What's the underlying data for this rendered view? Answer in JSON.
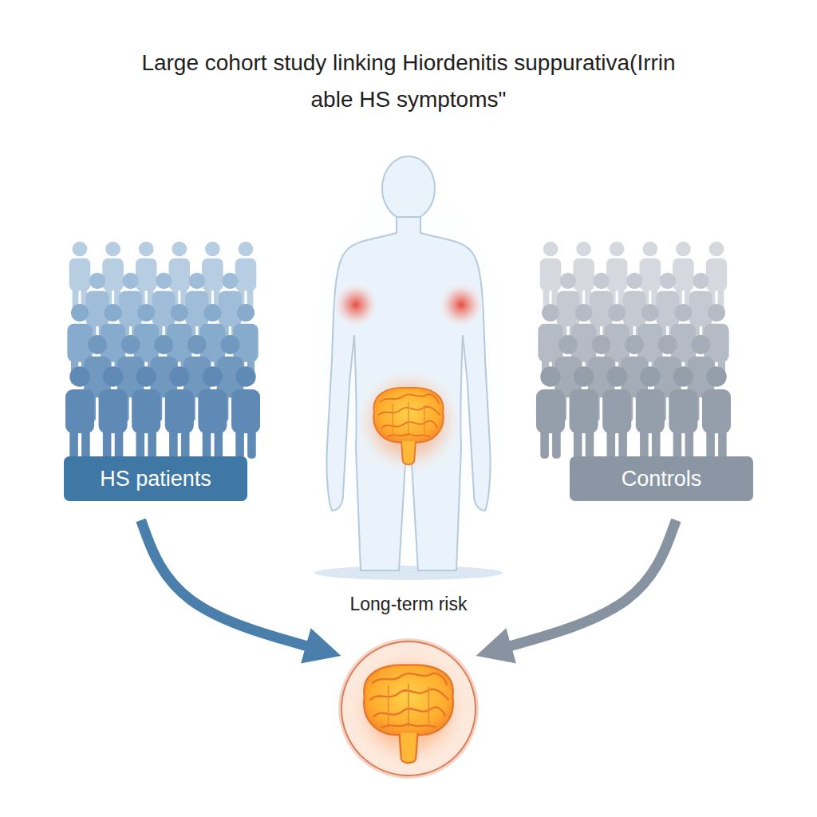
{
  "diagram": {
    "title": "Large cohort study linking Hiordenitis suppurativa(Irrin able HS symptoms\"",
    "nodes": [
      {
        "text": [
          "HS patients"
        ]
      },
      {
        "text": [
          "Controls"
        ]
      },
      {
        "text": [
          "Long-term risk"
        ]
      }
    ],
    "edges": [
      {
        "from": 0,
        "to": 2,
        "arrow": "to"
      },
      {
        "from": 1,
        "to": 2,
        "arrow": "to"
      }
    ]
  }
}
